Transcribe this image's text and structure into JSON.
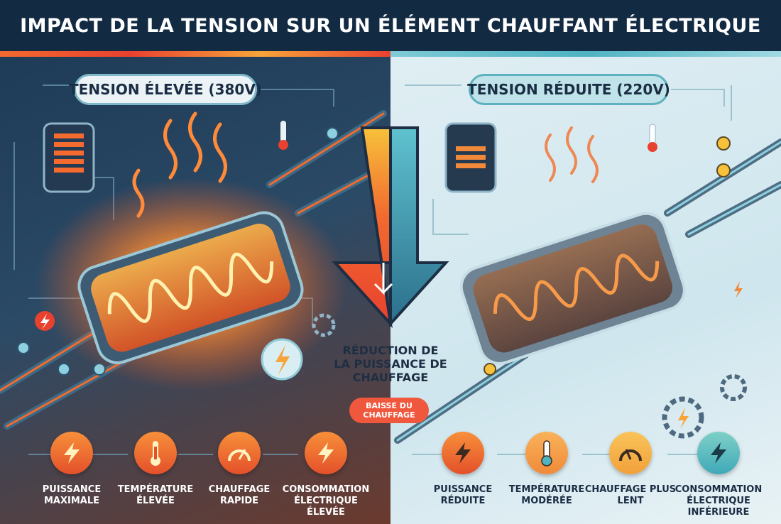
{
  "title": "Impact de la tension sur un élément chauffant électrique",
  "colors": {
    "title_bg": "#132a43",
    "hot_orange": "#f26a2e",
    "red": "#e8412f",
    "cool_blue": "#4fb3c2",
    "yellow": "#f7c23a"
  },
  "left_panel": {
    "header": "Tension élevée (380V)",
    "features": [
      {
        "label": "Puissance maximale",
        "icon": "lightning-icon"
      },
      {
        "label": "Température élevée",
        "icon": "thermometer-icon"
      },
      {
        "label": "Chauffage rapide",
        "icon": "speedometer-icon"
      },
      {
        "label": "Consommation électrique élevée",
        "icon": "lightning-icon"
      }
    ]
  },
  "right_panel": {
    "header": "Tension réduite (220V)",
    "features": [
      {
        "label": "Puissance réduite",
        "icon": "lightning-icon"
      },
      {
        "label": "Température modérée",
        "icon": "thermometer-icon"
      },
      {
        "label": "Chauffage plus lent",
        "icon": "gauge-icon"
      },
      {
        "label": "Consommation électrique inférieure",
        "icon": "lightning-icon"
      }
    ]
  },
  "center": {
    "text": "Réduction de la puissance de chauffage",
    "badge": "Baisse du chauffage"
  }
}
